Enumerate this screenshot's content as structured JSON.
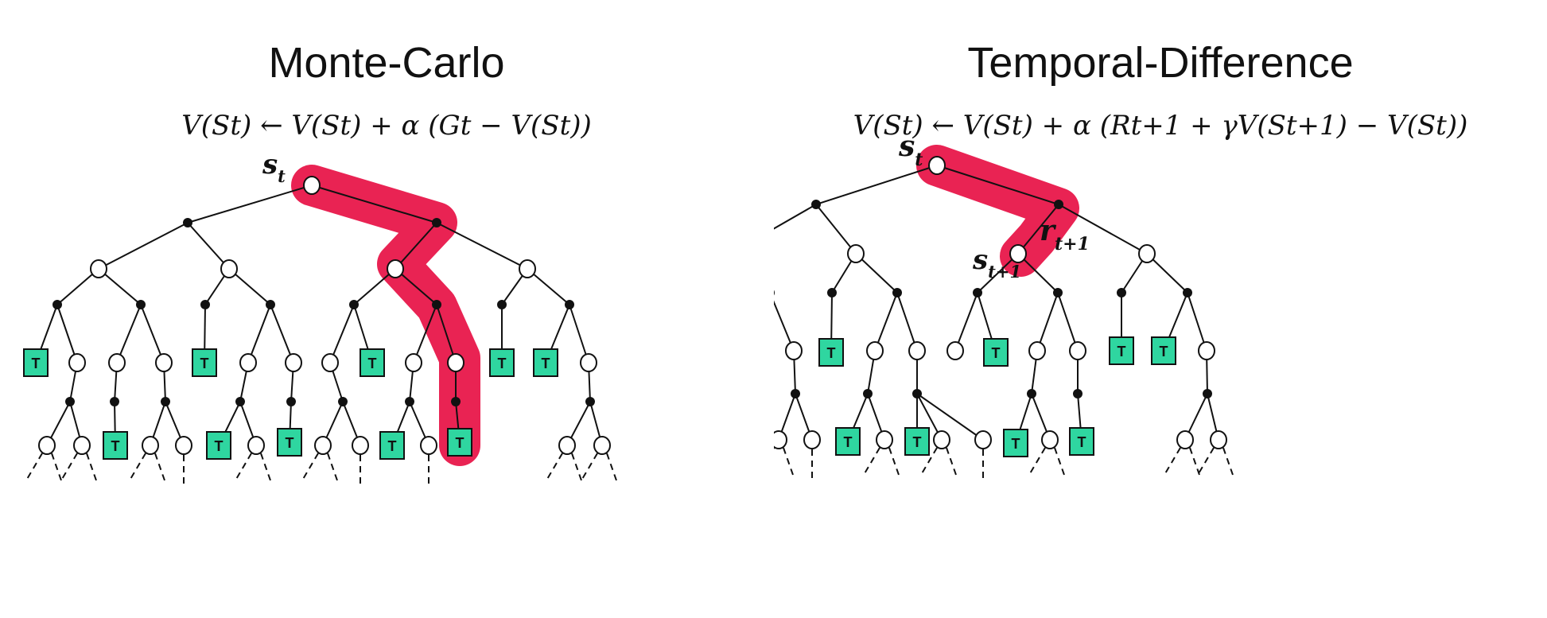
{
  "left": {
    "title": "Monte-Carlo",
    "formula": "V(St) ← V(St) + α (Gt − V(St))",
    "root_label": "st",
    "terminal_label": "T"
  },
  "right": {
    "title": "Temporal-Difference",
    "formula": "V(St) ← V(St) + α (Rt+1 + γV(St+1) − V(St))",
    "root_label": "st",
    "next_state_label": "st+1",
    "reward_label": "rt+1",
    "terminal_label": "T"
  },
  "colors": {
    "highlight": "#e8174a",
    "terminal_fill": "#2fd6a0",
    "line": "#111111"
  }
}
